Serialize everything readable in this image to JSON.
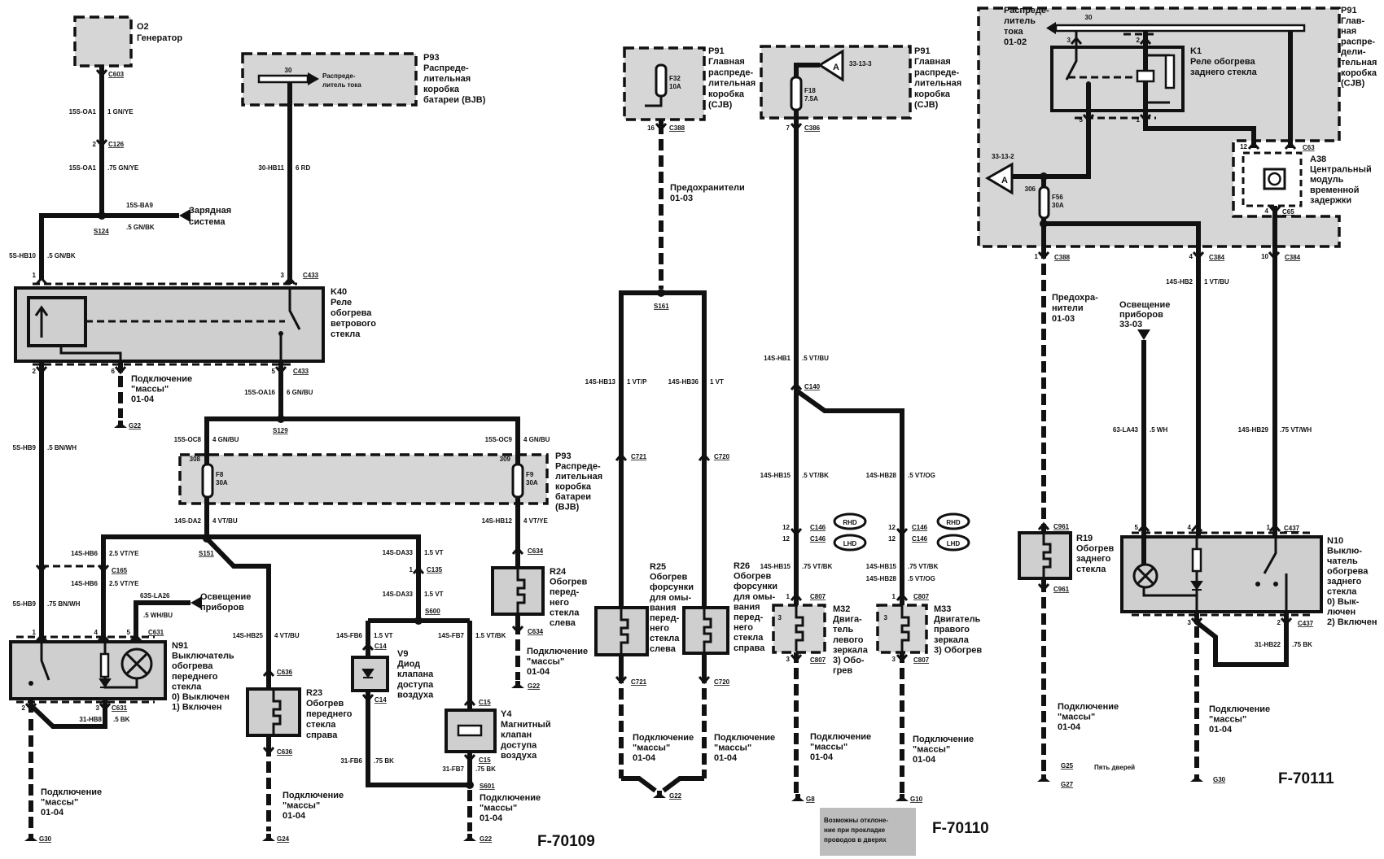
{
  "sheets": [
    "F-70109",
    "F-70110",
    "F-70111"
  ],
  "components": {
    "O2": [
      "O2",
      "Генератор"
    ],
    "P93a": [
      "P93",
      "Распреде-",
      "лительная",
      "коробка",
      "батареи (BJB)"
    ],
    "P93a_inner": [
      "30",
      "Распреде-",
      "литель тока"
    ],
    "K40": [
      "K40",
      "Реле",
      "обогрева",
      "ветрового",
      "стекла"
    ],
    "P93b": [
      "P93",
      "Распреде-",
      "лительная",
      "коробка",
      "батареи",
      "(BJB)"
    ],
    "N91": [
      "N91",
      "Выключатель",
      "обогрева",
      "переднего",
      "стекла",
      "0)  Выключен",
      "1)  Включен"
    ],
    "R23": [
      "R23",
      "Обогрев",
      "переднего",
      "стекла",
      "справа"
    ],
    "V9": [
      "V9",
      "Диод",
      "клапана",
      "доступа",
      "воздуха"
    ],
    "Y4": [
      "Y4",
      "Магнитный",
      "клапан",
      "доступа",
      "воздуха"
    ],
    "R24": [
      "R24",
      "Обогрев",
      "перед-",
      "него",
      "стекла",
      "слева"
    ],
    "P91a": [
      "P91",
      "Главная",
      "распреде-",
      "лительная",
      "коробка",
      "(CJB)"
    ],
    "P91b": [
      "P91",
      "Главная",
      "распреде-",
      "лительная",
      "коробка",
      "(CJB)"
    ],
    "R25": [
      "R25",
      "Обогрев",
      "форсунки",
      "для омы-",
      "вания",
      "перед-",
      "него",
      "стекла",
      "слева"
    ],
    "R26": [
      "R26",
      "Обогрев",
      "форсунки",
      "для омы-",
      "вания",
      "перед-",
      "него",
      "стекла",
      "справа"
    ],
    "M32": [
      "M32",
      "Двига-",
      "тель",
      "левого",
      "зеркала",
      "3)  Обо-",
      "грев"
    ],
    "M33": [
      "M33",
      "Двигатель",
      "правого",
      "зеркала",
      "3)  Обогрев"
    ],
    "P91c": [
      "P91",
      "Глав-",
      "ная",
      "распре-",
      "дели-",
      "тельная",
      "коробка",
      "(CJB)"
    ],
    "K1": [
      "K1",
      "Реле обогрева",
      "заднего стекла"
    ],
    "A38": [
      "A38",
      "Центральный",
      "модуль",
      "временной",
      "задержки"
    ],
    "R19": [
      "R19",
      "Обогрев",
      "заднего",
      "стекла"
    ],
    "N10": [
      "N10",
      "Выклю-",
      "чатель",
      "обогрева",
      "заднего",
      "стекла",
      "0)  Вык-",
      "лючен",
      "2)  Включен"
    ]
  },
  "ground_ref": [
    "Подключение",
    "\"массы\"",
    "01-04"
  ],
  "refs": {
    "charging": [
      "Зарядная",
      "система"
    ],
    "lighting": [
      "Освещение",
      "приборов"
    ],
    "fuses": [
      "Предохранители",
      "01-03"
    ],
    "fuses_r": [
      "Предохра-",
      "нители",
      "01-03"
    ],
    "lighting_r": [
      "Освещение",
      "приборов",
      "33-03"
    ],
    "distributor": [
      "Распреде-",
      "литель",
      "тока",
      "01-02"
    ],
    "a_ref_mid": "33-13-3",
    "a_ref_right": "33-13-2",
    "a_mark": "A",
    "bus_pin": "30",
    "five_doors": "Пять дверей",
    "note": [
      "Возможны отклоне-",
      "ние при прокладке",
      "проводов в дверях"
    ],
    "rhd": "RHD",
    "lhd": "LHD"
  },
  "fuses": {
    "p93_left": [
      "F8",
      "30A"
    ],
    "p93_right": [
      "F9",
      "30A"
    ],
    "p91_a": [
      "F32",
      "10A"
    ],
    "p91_b": [
      "F18",
      "7.5A"
    ],
    "p91_c": [
      "F56",
      "30A"
    ]
  },
  "wires": [
    [
      "15S-OA1",
      "1 GN/YE"
    ],
    [
      "15S-OA1",
      ".75 GN/YE"
    ],
    [
      "15S-BA9",
      ".5 GN/BK"
    ],
    [
      "5S-HB10",
      ".5 GN/BK"
    ],
    [
      "30-HB11",
      "6 RD"
    ],
    [
      "15S-OA16",
      "6 GN/BU"
    ],
    [
      "5S-HB9",
      ".5 BN/WH"
    ],
    [
      "15S-OC8",
      "4 GN/BU"
    ],
    [
      "15S-OC9",
      "4 GN/BU"
    ],
    [
      "14S-DA2",
      "4 VT/BU"
    ],
    [
      "14S-HB12",
      "4 VT/YE"
    ],
    [
      "14S-HB6",
      "2.5 VT/YE"
    ],
    [
      "14S-HB6",
      "2.5 VT/YE"
    ],
    [
      "5S-HB9",
      ".75 BN/WH"
    ],
    [
      "63S-LA26",
      ".5 WH/BU"
    ],
    [
      "14S-HB25",
      "4 VT/BU"
    ],
    [
      "14S-DA33",
      "1.5 VT"
    ],
    [
      "14S-DA33",
      "1.5 VT"
    ],
    [
      "14S-FB6",
      "1.5 VT"
    ],
    [
      "14S-FB7",
      "1.5 VT/BK"
    ],
    [
      "31-FB6",
      ".75 BK"
    ],
    [
      "31-FB7",
      ".75 BK"
    ],
    [
      "31-HB8",
      ".5 BK"
    ],
    [
      "14S-HB13",
      "1 VT/P"
    ],
    [
      "14S-HB36",
      "1 VT"
    ],
    [
      "14S-HB1",
      ".5 VT/BU"
    ],
    [
      "14S-HB15",
      ".5 VT/BK"
    ],
    [
      "14S-HB28",
      ".5 VT/OG"
    ],
    [
      "14S-HB15",
      ".75 VT/BK"
    ],
    [
      "14S-HB15",
      ".75 VT/BK"
    ],
    [
      "14S-HB28",
      ".5 VT/OG"
    ],
    [
      "14S-HB2",
      "1 VT/BU"
    ],
    [
      "63-LA43",
      ".5 WH"
    ],
    [
      "14S-HB29",
      ".75 VT/WH"
    ],
    [
      "31-HB22",
      ".75 BK"
    ]
  ],
  "connectors": [
    "C603",
    "C126",
    "C433",
    "C433",
    "S124",
    "S129",
    "G22",
    "S151",
    "C165",
    "C631",
    "C631",
    "G30",
    "C636",
    "C636",
    "G24",
    "C135",
    "S600",
    "C14",
    "C14",
    "C15",
    "C15",
    "S601",
    "G22",
    "C634",
    "C634",
    "G22",
    "C388",
    "S161",
    "C386",
    "C140",
    "C721",
    "C720",
    "C721",
    "C720",
    "C146",
    "C146",
    "C146",
    "C146",
    "C807",
    "C807",
    "C807",
    "C807",
    "G22",
    "G8",
    "G10",
    "C63",
    "C65",
    "C388",
    "C384",
    "C384",
    "C961",
    "C961",
    "C437",
    "C437",
    "G25",
    "G27",
    "G30"
  ],
  "pins": [
    "2",
    "1",
    "3",
    "2",
    "6",
    "5",
    "308",
    "309",
    "1",
    "4",
    "5",
    "2",
    "3",
    "1",
    "16",
    "7",
    "12",
    "12",
    "12",
    "12",
    "1",
    "3",
    "1",
    "3",
    "3",
    "3",
    "3",
    "2",
    "5",
    "1",
    "12",
    "4",
    "306",
    "1",
    "4",
    "10",
    "5",
    "4",
    "1",
    "3",
    "2"
  ]
}
